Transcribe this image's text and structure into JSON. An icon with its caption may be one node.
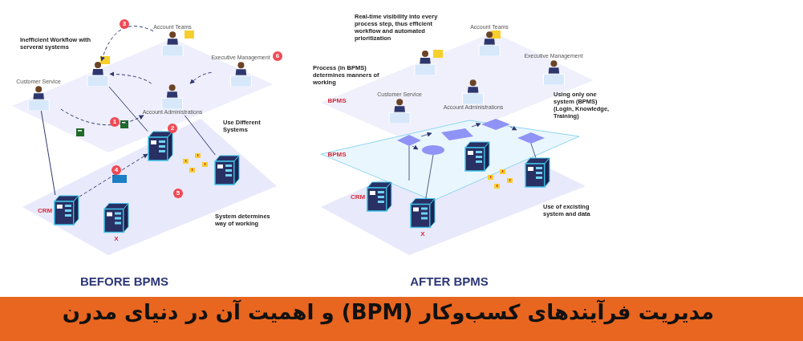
{
  "diagram": {
    "title": "مدیریت فرآیندهای کسب‌وکار (BPM) و اهمیت آن در دنیای مدرن",
    "nodes": [
      {
        "text": [
          "Customer Service"
        ]
      },
      {
        "text": [],
        "shape": "person"
      },
      {
        "text": [
          "Account Teams"
        ]
      },
      {
        "text": [
          "Executive Management"
        ]
      },
      {
        "text": [
          "Account Administrations"
        ]
      },
      {
        "text": [
          "CRM"
        ]
      },
      {
        "text": [],
        "shape": "box"
      },
      {
        "text": [
          "X"
        ]
      },
      {
        "text": [],
        "shape": "box"
      },
      {
        "text": [
          "Account Teams"
        ]
      },
      {
        "text": [
          "Executive Management"
        ]
      },
      {
        "text": [],
        "shape": "person"
      },
      {
        "text": [
          "Customer Service"
        ]
      },
      {
        "text": [
          "Account Administrations"
        ]
      },
      {
        "text": [
          "CRM"
        ]
      },
      {
        "text": [],
        "shape": "box"
      },
      {
        "text": [
          "X"
        ]
      },
      {
        "text": [],
        "shape": "box"
      }
    ],
    "edges": [
      {
        "from": 0,
        "to": 4,
        "arrow": "to",
        "style": "dashed"
      },
      {
        "from": 4,
        "to": 1,
        "arrow": "to",
        "style": "dashed"
      },
      {
        "from": 2,
        "to": 1,
        "arrow": "to",
        "style": "dashed"
      },
      {
        "from": 3,
        "to": 4,
        "arrow": "to",
        "style": "dashed"
      },
      {
        "from": 0,
        "to": 5,
        "arrow": "none"
      },
      {
        "from": 1,
        "to": 6,
        "arrow": "none"
      },
      {
        "from": 4,
        "to": 8,
        "arrow": "none"
      },
      {
        "from": 5,
        "to": 6,
        "arrow": "to",
        "style": "dashed"
      }
    ],
    "labels": [
      "Inefficient Workflow with serveral systems",
      "3",
      "6",
      "1",
      "2",
      "Use Different Systems",
      "4",
      "5",
      "System determines way of working",
      "BEFORE BPMS",
      "Real-time visibility into every process step, thus efficient workflow and automated prioritization",
      "Process (in BPMS) determines manners of working",
      "BPMS",
      "Using only one system (BPMS) (Login, Knowledge, Training)",
      "BPMS",
      "Use of excisting system and data",
      "AFTER BPMS"
    ]
  }
}
